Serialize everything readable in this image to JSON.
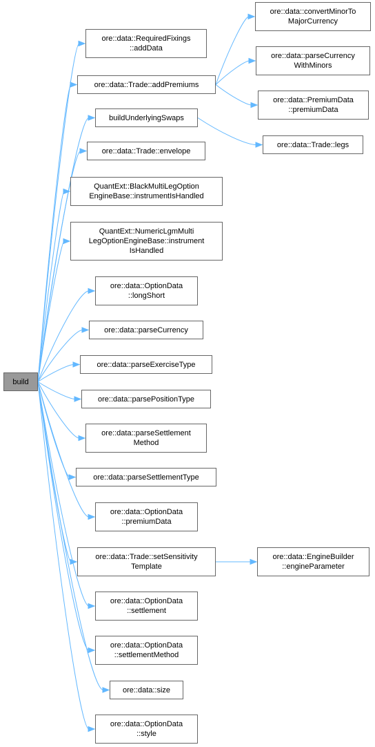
{
  "colors": {
    "edge": "#63b8ff",
    "node_border": "#666666",
    "root_fill": "#999999",
    "node_fill": "#ffffff"
  },
  "nodes": {
    "build": {
      "lines": [
        "build"
      ]
    },
    "addData": {
      "lines": [
        "ore::data::RequiredFixings",
        "::addData"
      ]
    },
    "addPremiums": {
      "lines": [
        "ore::data::Trade::addPremiums"
      ]
    },
    "buildUnderlyingSwaps": {
      "lines": [
        "buildUnderlyingSwaps"
      ]
    },
    "envelope": {
      "lines": [
        "ore::data::Trade::envelope"
      ]
    },
    "blackMulti": {
      "lines": [
        "QuantExt::BlackMultiLegOption",
        "EngineBase::instrumentIsHandled"
      ]
    },
    "numericLgm": {
      "lines": [
        "QuantExt::NumericLgmMulti",
        "LegOptionEngineBase::instrument",
        "IsHandled"
      ]
    },
    "longShort": {
      "lines": [
        "ore::data::OptionData",
        "::longShort"
      ]
    },
    "parseCurrency": {
      "lines": [
        "ore::data::parseCurrency"
      ]
    },
    "parseExerciseType": {
      "lines": [
        "ore::data::parseExerciseType"
      ]
    },
    "parsePositionType": {
      "lines": [
        "ore::data::parsePositionType"
      ]
    },
    "parseSettlementMethod": {
      "lines": [
        "ore::data::parseSettlement",
        "Method"
      ]
    },
    "parseSettlementType": {
      "lines": [
        "ore::data::parseSettlementType"
      ]
    },
    "optPremiumData": {
      "lines": [
        "ore::data::OptionData",
        "::premiumData"
      ]
    },
    "setSensitivityTemplate": {
      "lines": [
        "ore::data::Trade::setSensitivity",
        "Template"
      ]
    },
    "settlement": {
      "lines": [
        "ore::data::OptionData",
        "::settlement"
      ]
    },
    "settlementMethod": {
      "lines": [
        "ore::data::OptionData",
        "::settlementMethod"
      ]
    },
    "size": {
      "lines": [
        "ore::data::size"
      ]
    },
    "style": {
      "lines": [
        "ore::data::OptionData",
        "::style"
      ]
    },
    "convertMinor": {
      "lines": [
        "ore::data::convertMinorTo",
        "MajorCurrency"
      ]
    },
    "parseCurrencyWithMinors": {
      "lines": [
        "ore::data::parseCurrency",
        "WithMinors"
      ]
    },
    "premiumDataPremium": {
      "lines": [
        "ore::data::PremiumData",
        "::premiumData"
      ]
    },
    "legs": {
      "lines": [
        "ore::data::Trade::legs"
      ]
    },
    "engineParameter": {
      "lines": [
        "ore::data::EngineBuilder",
        "::engineParameter"
      ]
    }
  },
  "edges": [
    [
      "build",
      "addData"
    ],
    [
      "build",
      "addPremiums"
    ],
    [
      "build",
      "buildUnderlyingSwaps"
    ],
    [
      "build",
      "envelope"
    ],
    [
      "build",
      "blackMulti"
    ],
    [
      "build",
      "numericLgm"
    ],
    [
      "build",
      "longShort"
    ],
    [
      "build",
      "parseCurrency"
    ],
    [
      "build",
      "parseExerciseType"
    ],
    [
      "build",
      "parsePositionType"
    ],
    [
      "build",
      "parseSettlementMethod"
    ],
    [
      "build",
      "parseSettlementType"
    ],
    [
      "build",
      "optPremiumData"
    ],
    [
      "build",
      "setSensitivityTemplate"
    ],
    [
      "build",
      "settlement"
    ],
    [
      "build",
      "settlementMethod"
    ],
    [
      "build",
      "size"
    ],
    [
      "build",
      "style"
    ],
    [
      "addPremiums",
      "convertMinor"
    ],
    [
      "addPremiums",
      "parseCurrencyWithMinors"
    ],
    [
      "addPremiums",
      "premiumDataPremium"
    ],
    [
      "buildUnderlyingSwaps",
      "legs"
    ],
    [
      "setSensitivityTemplate",
      "engineParameter"
    ]
  ]
}
